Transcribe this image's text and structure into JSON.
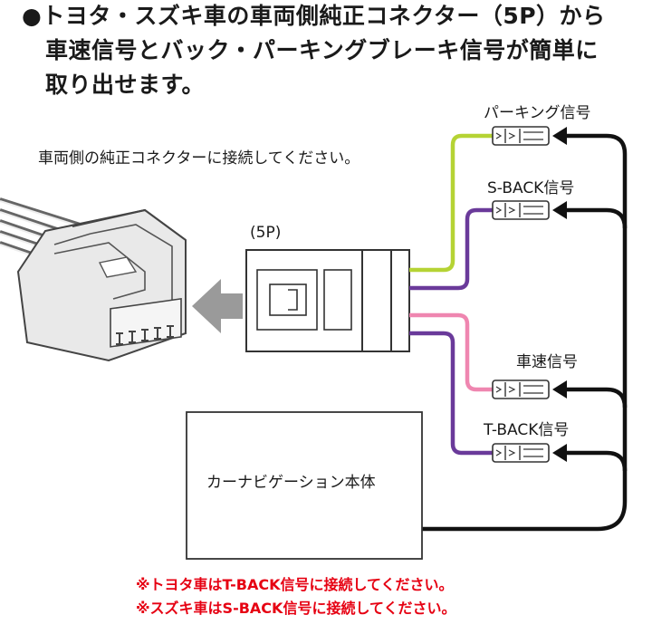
{
  "header": {
    "bullet": "●",
    "lines": [
      "トヨタ・スズキ車の車両側純正コネクター（5P）から",
      "車速信号とバック・パーキングブレーキ信号が簡単に",
      "取り出せます。"
    ]
  },
  "instruction": "車両側の純正コネクターに接続してください。",
  "connector_label": "(5P)",
  "signals": {
    "parking": "パーキング信号",
    "s_back": "S-BACK信号",
    "speed": "車速信号",
    "t_back": "T-BACK信号"
  },
  "navi_unit_label": "カーナビゲーション本体",
  "notes": [
    "※トヨタ車はT-BACK信号に接続してください。",
    "※スズキ車はS-BACK信号に接続してください。"
  ],
  "colors": {
    "wire_parking": "#b5d334",
    "wire_s_back": "#6a3a9a",
    "wire_speed": "#ef86b0",
    "wire_t_back": "#6a3a9a",
    "note_text": "#e60012",
    "arrow_gray": "#9a9a9a"
  },
  "icons": [
    "vehicle-connector-icon",
    "arrow-left-icon",
    "connector-5p-icon",
    "terminal-icon",
    "arrow-head-icon"
  ]
}
